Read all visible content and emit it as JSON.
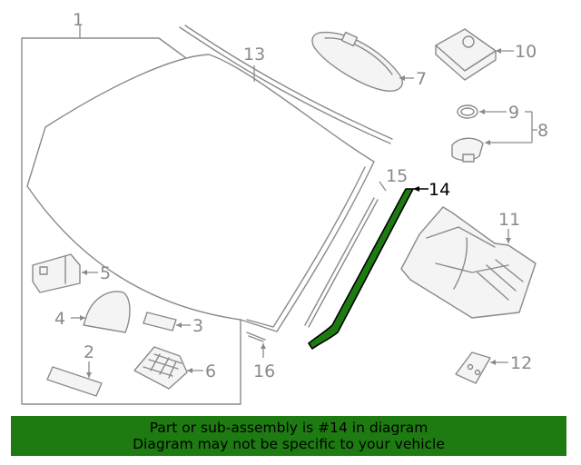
{
  "callouts": {
    "c1": "1",
    "c2": "2",
    "c3": "3",
    "c4": "4",
    "c5": "5",
    "c6": "6",
    "c7": "7",
    "c8": "8",
    "c9": "9",
    "c10": "10",
    "c11": "11",
    "c12": "12",
    "c13": "13",
    "c14": "14",
    "c15": "15",
    "c16": "16"
  },
  "highlight": {
    "part_number": "14",
    "color": "#1e7b12"
  },
  "banner": {
    "line1": "Part or sub-assembly is #14 in diagram",
    "line2": "Diagram may not be specific to your vehicle",
    "background": "#1e7b12"
  }
}
